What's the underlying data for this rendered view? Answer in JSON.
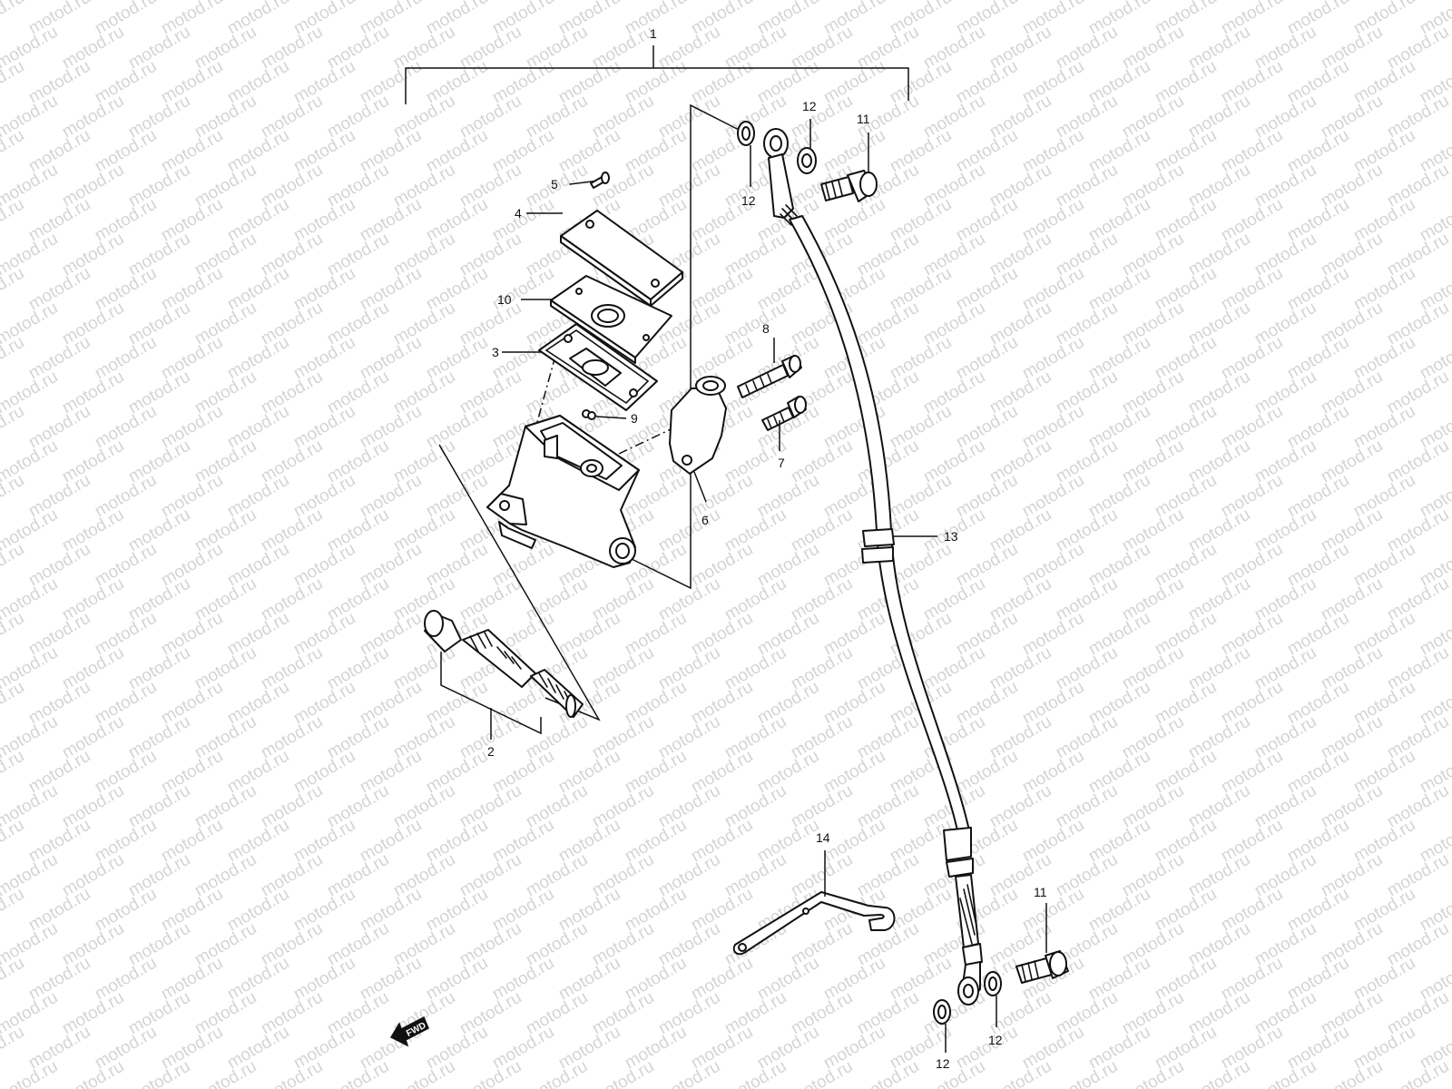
{
  "watermark": {
    "text": "motod.ru"
  },
  "callouts": {
    "c1": "1",
    "c2": "2",
    "c3": "3",
    "c4": "4",
    "c5": "5",
    "c6": "6",
    "c7": "7",
    "c8": "8",
    "c9": "9",
    "c10": "10",
    "c11_top": "11",
    "c11_bottom": "11",
    "c12_top_a": "12",
    "c12_top_b": "12",
    "c12_bottom_a": "12",
    "c12_bottom_b": "12",
    "c13": "13",
    "c14": "14"
  },
  "fwd_badge": {
    "label": "FWD"
  }
}
